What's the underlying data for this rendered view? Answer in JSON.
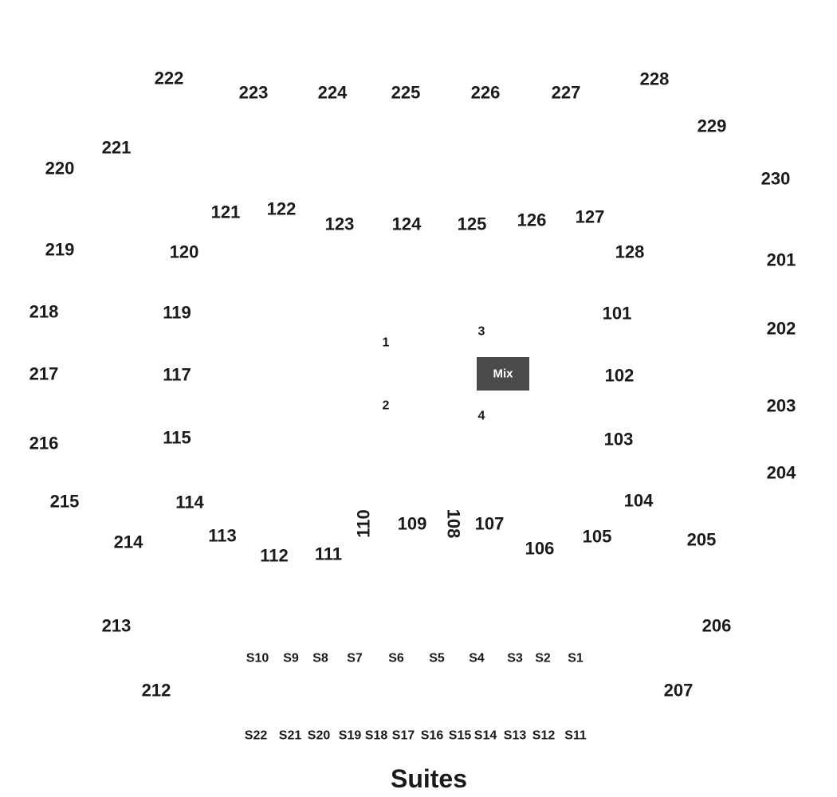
{
  "colors": {
    "text": "#1a1a1a",
    "mix_box": "#4a4a4a",
    "mix_text": "#ffffff"
  },
  "upper_sections": [
    "201",
    "202",
    "203",
    "204",
    "205",
    "206",
    "207",
    "212",
    "213",
    "214",
    "215",
    "216",
    "217",
    "218",
    "219",
    "220",
    "221",
    "222",
    "223",
    "224",
    "225",
    "226",
    "227",
    "228",
    "229",
    "230"
  ],
  "lower_sections": [
    "101",
    "102",
    "103",
    "104",
    "105",
    "106",
    "107",
    "108",
    "109",
    "110",
    "111",
    "112",
    "113",
    "114",
    "115",
    "117",
    "119",
    "120",
    "121",
    "122",
    "123",
    "124",
    "125",
    "126",
    "127",
    "128"
  ],
  "floor_sections": [
    "1",
    "2",
    "3",
    "4"
  ],
  "mix": {
    "label": "Mix"
  },
  "suites": {
    "title": "Suites",
    "row_top": [
      "S10",
      "S9",
      "S8",
      "S7",
      "S6",
      "S5",
      "S4",
      "S3",
      "S2",
      "S1"
    ],
    "row_bottom": [
      "S22",
      "S21",
      "S20",
      "S19",
      "S18",
      "S17",
      "S16",
      "S15",
      "S14",
      "S13",
      "S12",
      "S11"
    ]
  }
}
